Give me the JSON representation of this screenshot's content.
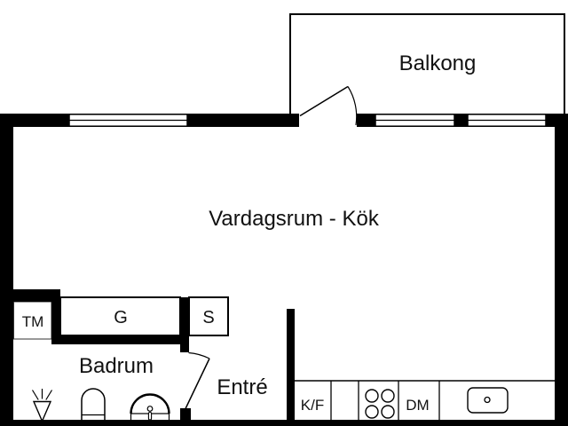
{
  "plan": {
    "rooms": {
      "balcony": "Balkong",
      "living_kitchen": "Vardagsrum - Kök",
      "bathroom": "Badrum",
      "entrance": "Entré"
    },
    "fixtures": {
      "washing_machine": "TM",
      "wardrobe": "G",
      "cabinet": "S",
      "fridge_freezer": "K/F",
      "dishwasher": "DM"
    },
    "colors": {
      "wall": "#000000",
      "floor": "#ffffff"
    }
  }
}
